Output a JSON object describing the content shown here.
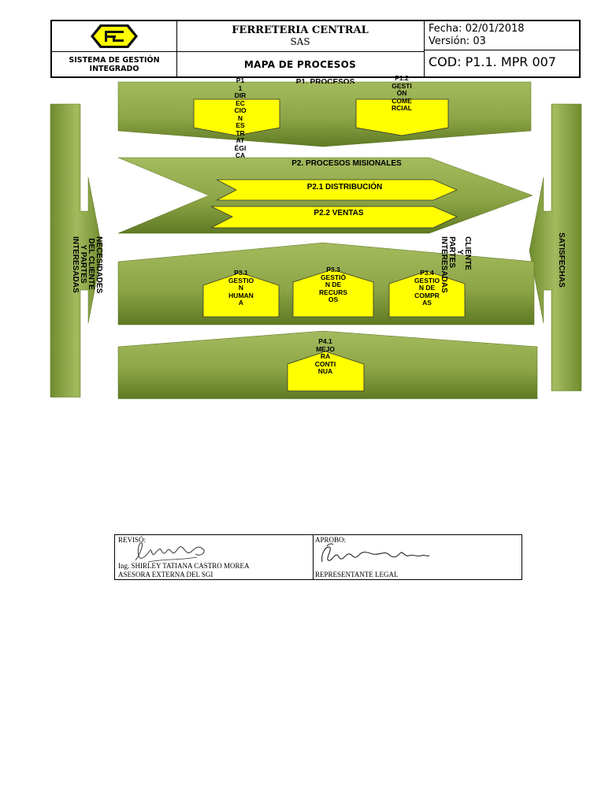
{
  "header": {
    "company_line1": "FERRETERIA CENTRAL",
    "company_line2": "SAS",
    "system_line1": "SISTEMA DE GESTIÓN",
    "system_line2": "INTEGRADO",
    "doc_title": "MAPA DE PROCESOS",
    "fecha": "Fecha: 02/01/2018",
    "version": "Versión: 03",
    "code": "COD: P1.1. MPR 007"
  },
  "diagram": {
    "p1_title": "P1. PROCESOS",
    "p1_1": "P1\n1\nDIR\nEC\nCIO\nN\nES\nTR\nAT\nÉGI\nCA",
    "p1_2": "P1.2\nGESTI\nÓN\nCOME\nRCIAL",
    "p2_title": "P2. PROCESOS MISIONALES",
    "p2_1": "P2.1 DISTRIBUCIÓN",
    "p2_2": "P2.2 VENTAS",
    "p3_1": "P3.1\nGESTIO\nN\nHUMAN\nA",
    "p3_3": "P3.3\nGESTIÓ\nN DE\nRECURS\nOS",
    "p3_4": "P3.4\nGESTIO\nN DE\nCOMPR\nAS",
    "p4_1": "P4.1\nMEJO\nRA\nCONTI\nNUA",
    "left_needs": "NECESIDADES DEL CLIENTE Y PARTES INTERESADAS",
    "right_clients": "CLIENTE Y PARTES INTERESADAS",
    "right_satisfied": "SATISFECHAS",
    "colors": {
      "green_light": "#9cb356",
      "green_dark": "#5e7a22",
      "yellow": "#ffff00"
    }
  },
  "signatures": {
    "reviso_label": "REVISÓ:",
    "reviso_name": "Ing. SHIRLEY TATIANA CASTRO MOREA",
    "reviso_role": "ASESORA EXTERNA DEL SGI",
    "aprobo_label": "APROBO:",
    "aprobo_role": "REPRESENTANTE LEGAL"
  }
}
